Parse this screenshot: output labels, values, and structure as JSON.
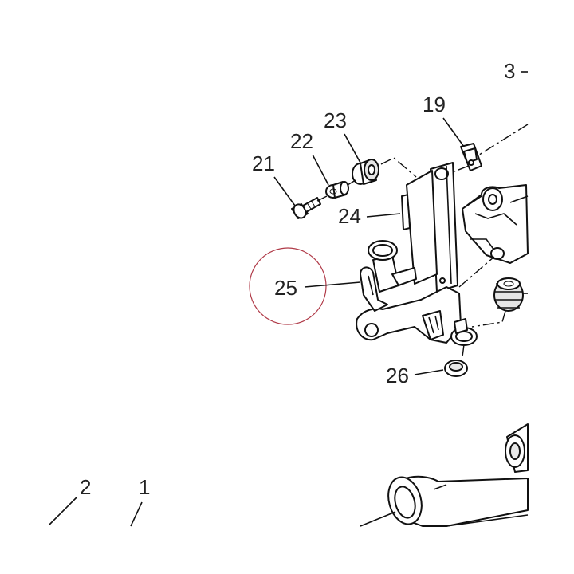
{
  "labels": {
    "l1": "1",
    "l2": "2",
    "l3": "3",
    "l19": "19",
    "l21": "21",
    "l22": "22",
    "l23": "23",
    "l24": "24",
    "l25": "25",
    "l26": "26"
  },
  "colors": {
    "highlight": "#b03a48",
    "line": "#111111",
    "shade": "#e6e6e6"
  }
}
